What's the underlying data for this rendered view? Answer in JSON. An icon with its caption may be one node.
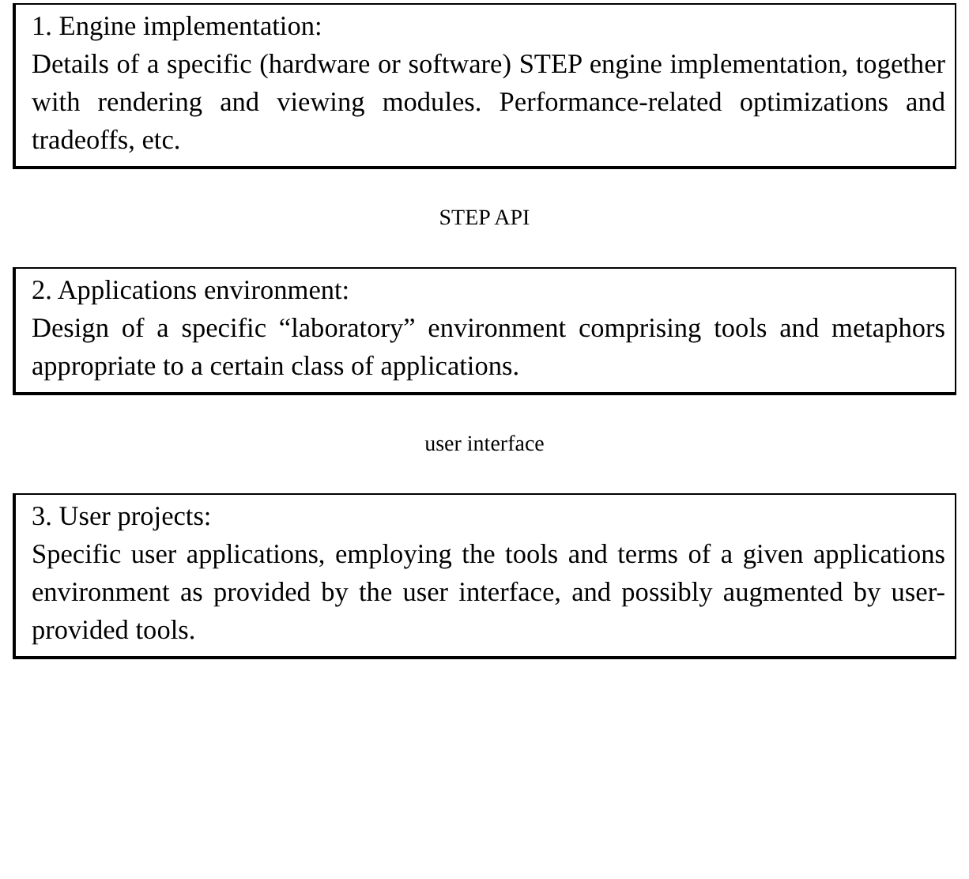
{
  "diagram": {
    "nodes": [
      {
        "text": [
          "1. Engine implementation:",
          "Details of a specific (hardware or software) STEP engine implementation, together with rendering and viewing modules. Performance-related optimizations and tradeoffs, etc."
        ]
      },
      {
        "text": [
          "2. Applications environment:",
          "Design of a specific “laboratory” environment comprising tools and metaphors appropriate to a certain class of applications."
        ]
      },
      {
        "text": [
          "3. User projects:",
          "Specific user applications, employing the tools and terms of a given applications environment as provided by the user interface, and possibly augmented by user-provided tools."
        ]
      }
    ],
    "labels": [
      "STEP API",
      "user interface"
    ]
  }
}
